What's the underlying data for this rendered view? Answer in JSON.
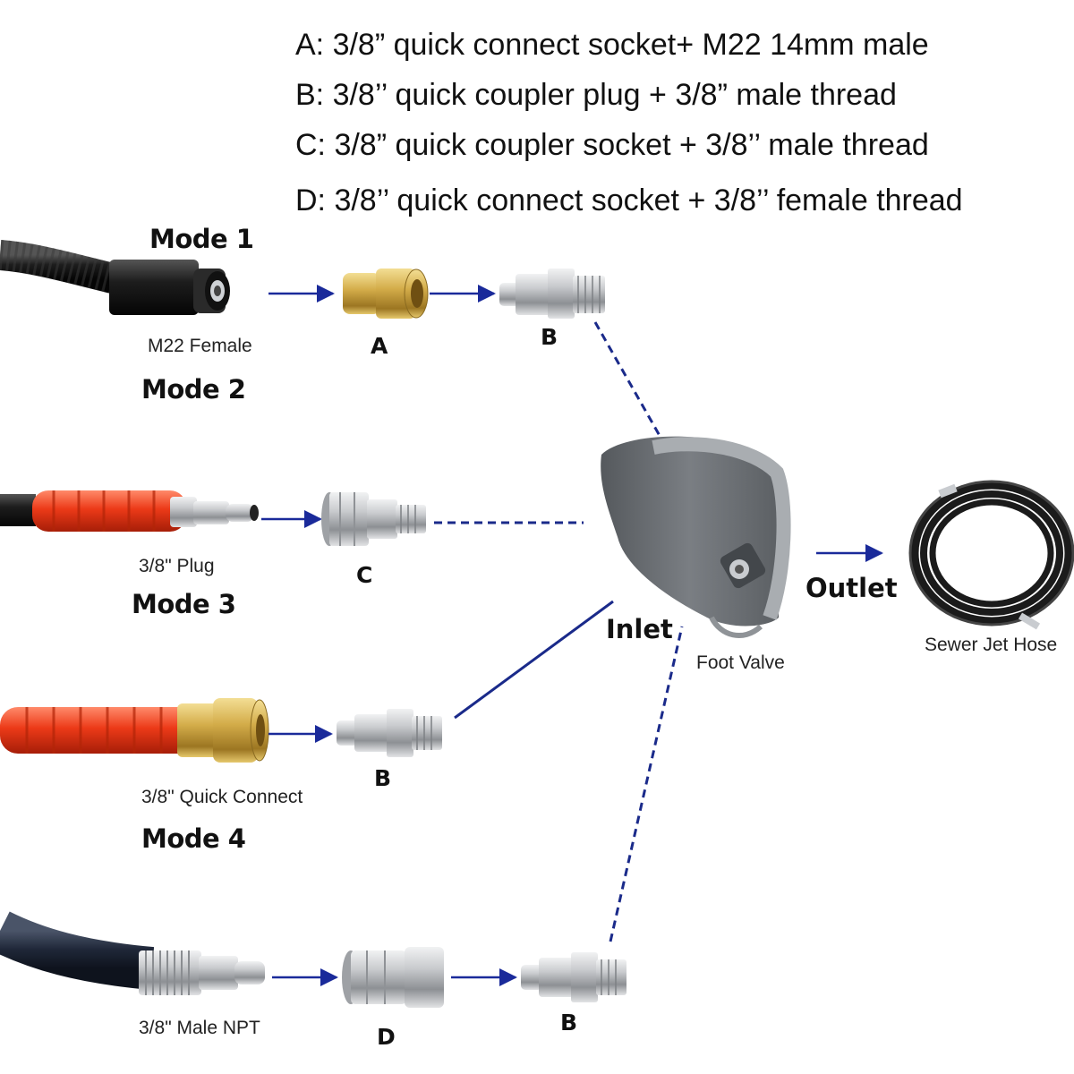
{
  "legend": {
    "line_a": "A: 3/8” quick connect socket+ M22 14mm male",
    "line_b": "B: 3/8’’ quick coupler plug + 3/8” male thread",
    "line_c": "C: 3/8” quick coupler socket + 3/8’’ male thread",
    "line_d": "D: 3/8’’ quick connect socket + 3/8’’ female thread"
  },
  "modes": {
    "mode1": {
      "title": "Mode 1",
      "caption": "M22 Female",
      "parts": [
        "A",
        "B"
      ]
    },
    "mode2": {
      "title": "Mode 2",
      "caption": "3/8\" Plug",
      "parts": [
        "C"
      ]
    },
    "mode3": {
      "title": "Mode 3",
      "caption": "3/8\" Quick Connect",
      "parts": [
        "B"
      ]
    },
    "mode4": {
      "title": "Mode 4",
      "caption": "3/8\" Male NPT",
      "parts": [
        "D",
        "B"
      ]
    }
  },
  "valve": {
    "inlet": "Inlet",
    "name": "Foot Valve",
    "outlet": "Outlet"
  },
  "hose": {
    "caption": "Sewer Jet Hose"
  },
  "colors": {
    "arrow": "#1a2a9a",
    "dash": "#1a2a8a",
    "hose_black": "#1c1c1c",
    "hose_red": "#e8371a",
    "brass": "#c9a33c",
    "steel": "#b9bcc0",
    "valve_gray": "#6e7276"
  }
}
